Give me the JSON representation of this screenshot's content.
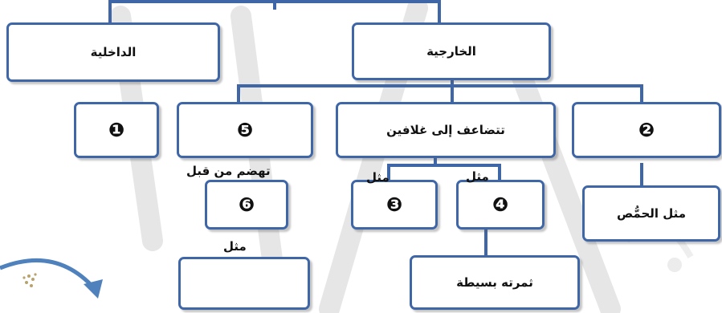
{
  "boxes": {
    "internal_label": "الداخلية",
    "external_label": "الخارجية",
    "box_1": "❶",
    "box_5": "❺",
    "doubled_label": "تتضاعف إلى غلافين",
    "box_2": "❷",
    "box_3": "❸",
    "box_4": "❹",
    "box_6": "❻",
    "chickpea_example": "مثل الحمُّص",
    "simple_fruit": "ثمرته بسيطة"
  },
  "annotations": {
    "digested_before": "تهضم من قبل",
    "example_left": "مثل",
    "example_right": "مثل",
    "example_bottom": "مثل"
  },
  "colors": {
    "border": "#3f67a8",
    "watermark": "#e4e4e4"
  }
}
